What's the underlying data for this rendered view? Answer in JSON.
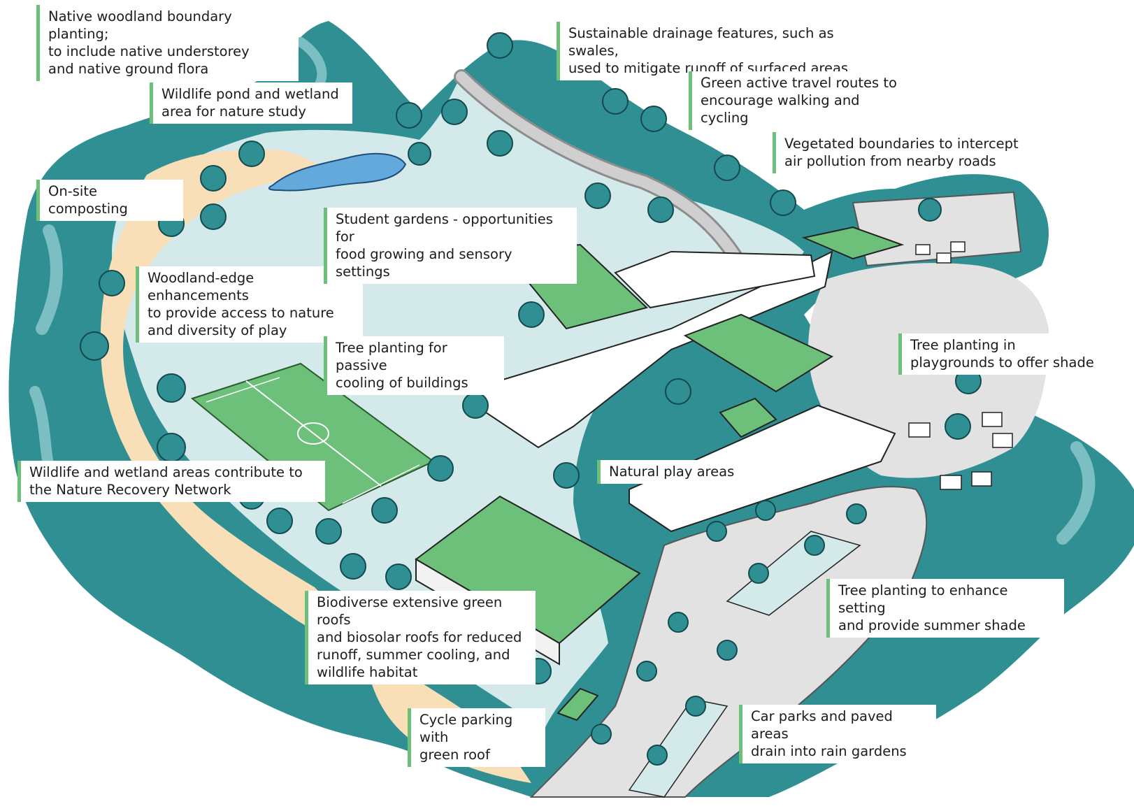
{
  "colors": {
    "woodland": "#2f8f93",
    "woodland_dark": "#1d6d72",
    "woodland_light": "#7cbfc2",
    "grass": "#d3e9ea",
    "sand": "#f8dfb7",
    "pond": "#64a9dc",
    "green_roof": "#6cc07a",
    "paving": "#e2e2e2",
    "building": "#ffffff",
    "label_bar": "#6cc07a"
  },
  "labels": [
    {
      "id": "native-woodland",
      "text": "Native woodland boundary planting;\nto include native understorey\nand native ground flora"
    },
    {
      "id": "wildlife-pond",
      "text": "Wildlife pond and wetland\narea for nature study"
    },
    {
      "id": "composting",
      "text": "On-site composting"
    },
    {
      "id": "woodland-edge",
      "text": "Woodland-edge enhancements\nto provide access to nature\nand diversity of play"
    },
    {
      "id": "nature-recovery",
      "text": "Wildlife and wetland areas contribute to\nthe Nature Recovery Network"
    },
    {
      "id": "sustainable-drainage",
      "text": "Sustainable drainage features, such as swales,\nused to mitigate runoff of surfaced areas"
    },
    {
      "id": "active-travel",
      "text": "Green active travel routes to\nencourage walking and cycling"
    },
    {
      "id": "vegetated-boundaries",
      "text": "Vegetated boundaries to intercept\nair pollution from nearby roads"
    },
    {
      "id": "student-gardens",
      "text": "Student gardens - opportunities for\nfood growing and sensory settings"
    },
    {
      "id": "tree-planting-cooling",
      "text": "Tree planting for passive\ncooling of buildings"
    },
    {
      "id": "tree-planting-playgrounds",
      "text": "Tree planting in\nplaygrounds to offer shade"
    },
    {
      "id": "natural-play",
      "text": "Natural play areas"
    },
    {
      "id": "green-roofs",
      "text": "Biodiverse extensive green roofs\nand biosolar roofs for reduced\nrunoff, summer cooling, and\nwildlife habitat"
    },
    {
      "id": "tree-planting-summer",
      "text": "Tree planting to enhance setting\nand provide summer shade"
    },
    {
      "id": "cycle-parking",
      "text": "Cycle parking with\ngreen roof"
    },
    {
      "id": "car-parks",
      "text": "Car parks and paved areas\ndrain into rain gardens"
    }
  ]
}
